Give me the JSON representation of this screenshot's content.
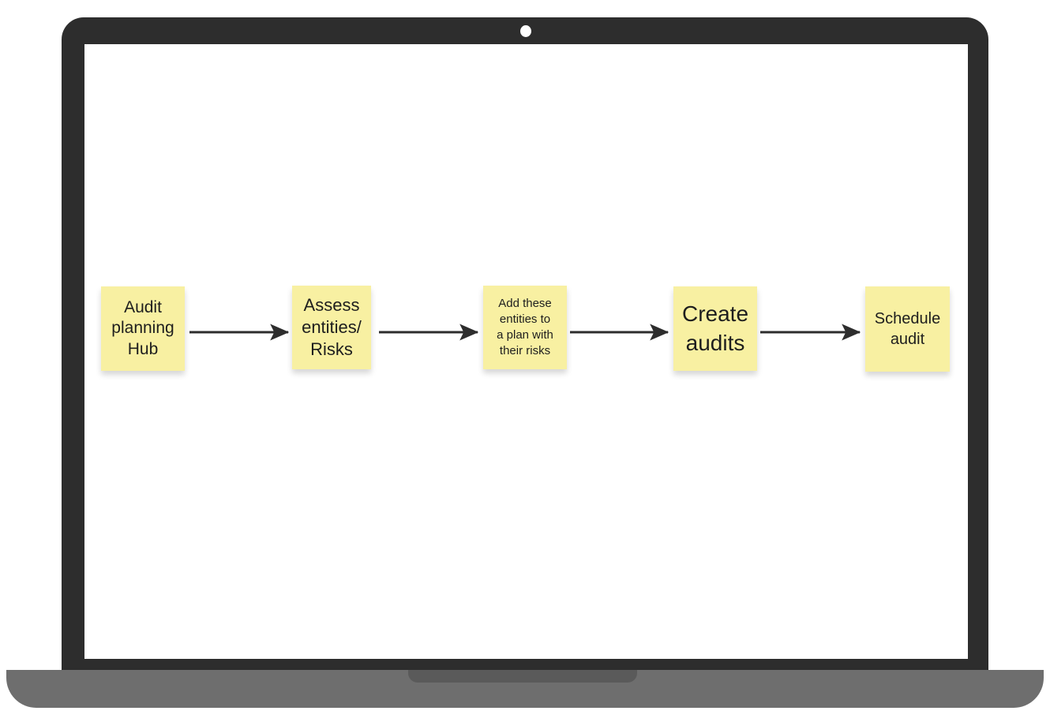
{
  "device": {
    "type": "laptop-mockup",
    "frame_color": "#2d2d2d",
    "screen_color": "#ffffff",
    "base_color": "#6e6e6e",
    "notch_color": "#5a5a5a",
    "camera_color": "#ffffff"
  },
  "diagram": {
    "type": "flowchart",
    "sticky_color": "#f8f0a2",
    "text_color": "#1e1e1e",
    "arrow_color": "#2d2d2d",
    "nodes": [
      {
        "id": 1,
        "label": "Audit\nplanning\nHub"
      },
      {
        "id": 2,
        "label": "Assess\nentities/\nRisks"
      },
      {
        "id": 3,
        "label": "Add these\nentities to\na plan with\ntheir risks"
      },
      {
        "id": 4,
        "label": "Create\naudits"
      },
      {
        "id": 5,
        "label": "Schedule\naudit"
      }
    ],
    "connections": [
      {
        "from": 1,
        "to": 2
      },
      {
        "from": 2,
        "to": 3
      },
      {
        "from": 3,
        "to": 4
      },
      {
        "from": 4,
        "to": 5
      }
    ]
  }
}
